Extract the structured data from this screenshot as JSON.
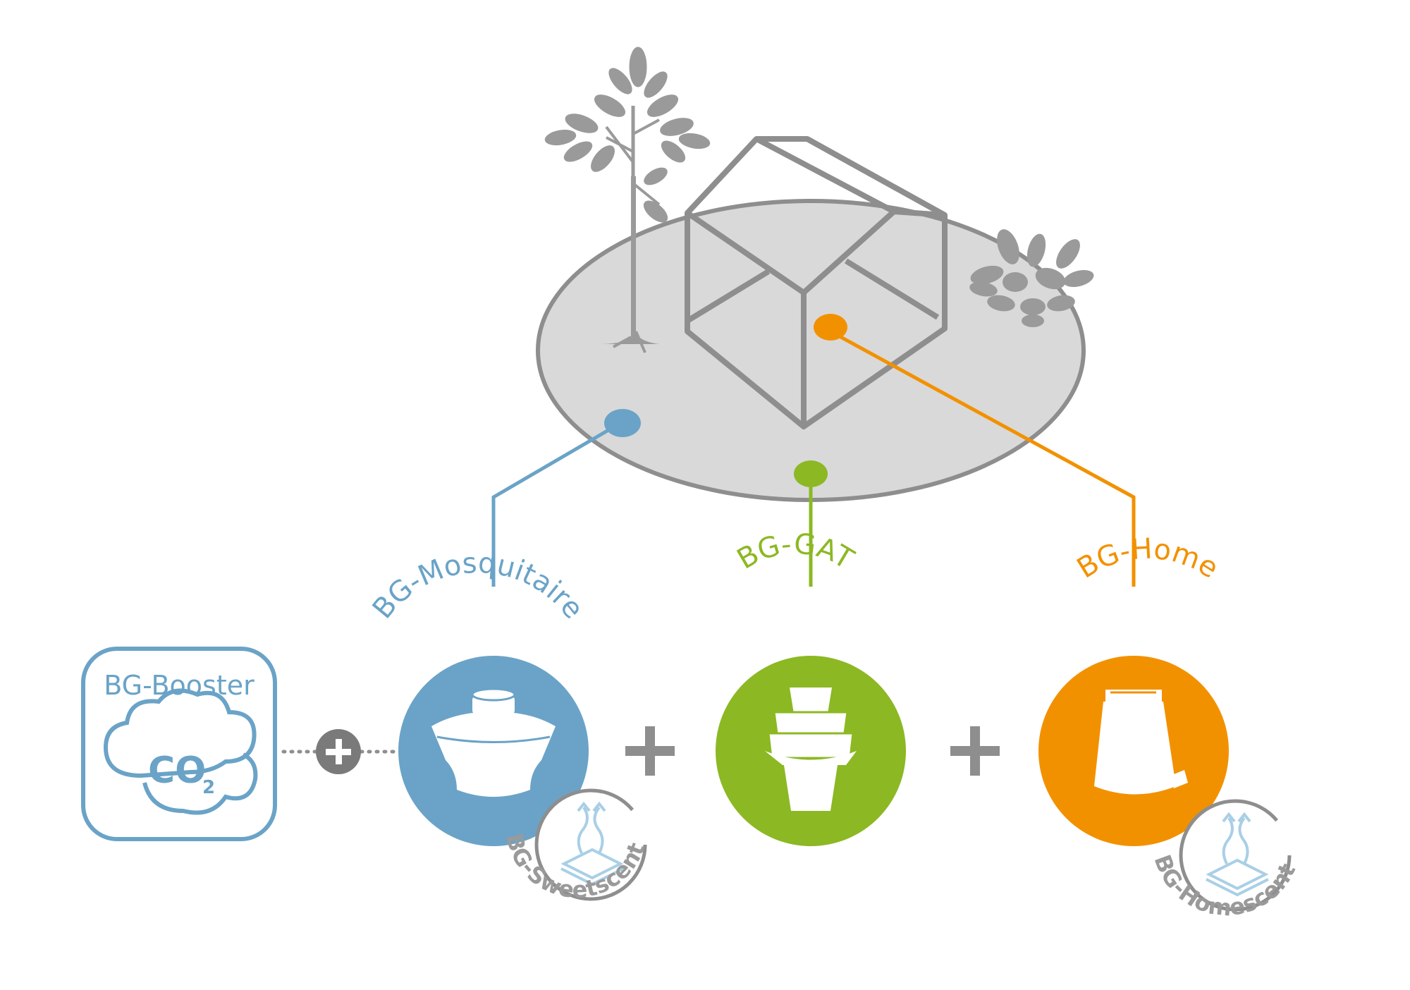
{
  "colors": {
    "blue": "#6aa3c7",
    "green": "#8cb823",
    "orange": "#f29100",
    "gray": "#8e8e8e",
    "light_gray": "#d9d9d9",
    "scent_blue": "#a9cfe6"
  },
  "products": {
    "mosquitaire": {
      "label": "BG-Mosquitaire",
      "icon": "mosquitaire-trap-icon"
    },
    "gat": {
      "label": "BG-GAT",
      "icon": "gat-trap-icon"
    },
    "home": {
      "label": "BG-Home",
      "icon": "home-trap-icon"
    }
  },
  "booster": {
    "label": "BG-Booster",
    "co2": "CO",
    "co2_sub": "2"
  },
  "scents": {
    "sweetscent": "BG-Sweetscent",
    "homescent": "BG-Homescent"
  },
  "plus_sign": "+"
}
